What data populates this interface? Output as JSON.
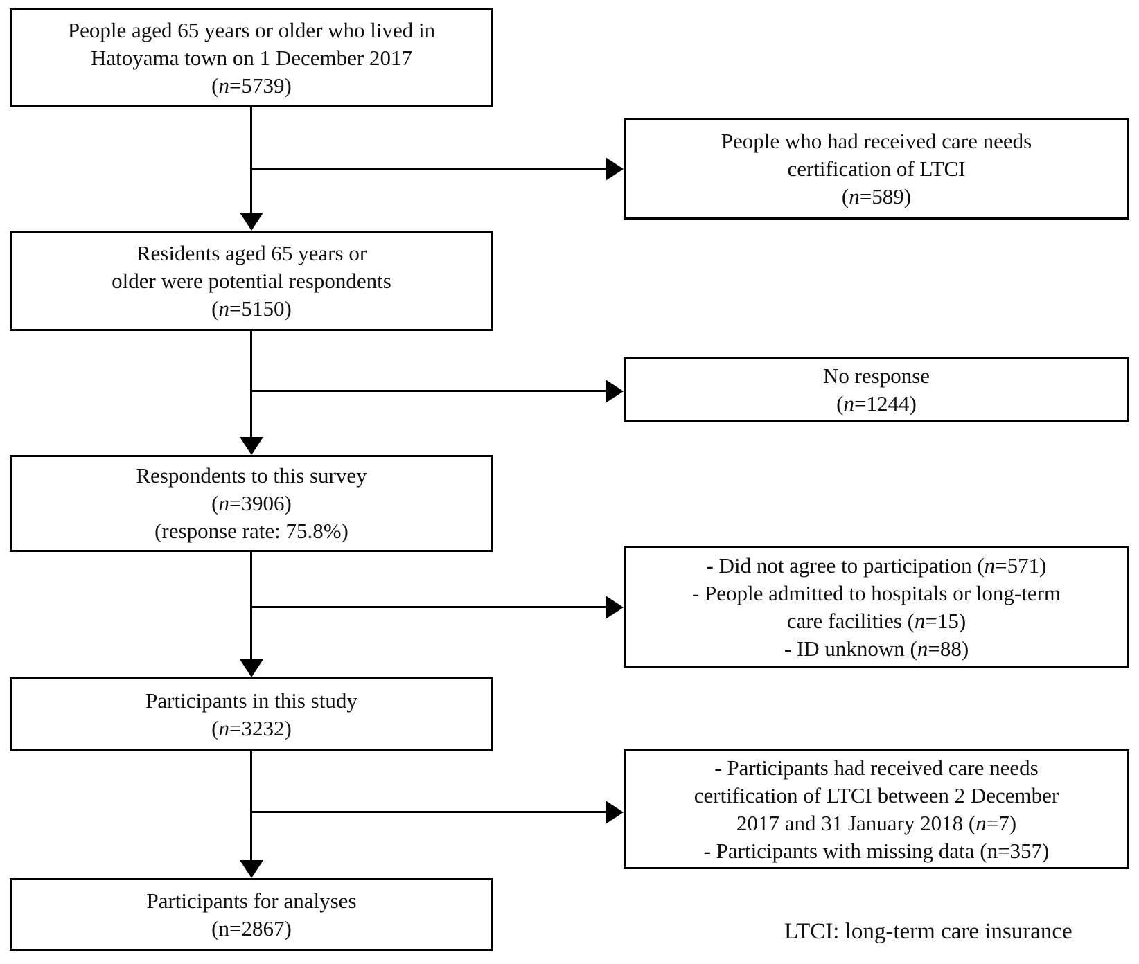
{
  "figure": {
    "background_color": "#ffffff",
    "line_color": "#000000",
    "text_color": "#101010",
    "footnote": "LTCI: long-term care insurance"
  },
  "flow": {
    "main_boxes": [
      {
        "id": "population",
        "n": 5739,
        "lines": [
          "People aged 65 years or older who lived in",
          "Hatoyama town on 1 December 2017",
          "(*n*=5739)"
        ]
      },
      {
        "id": "potential-respondents",
        "n": 5150,
        "lines": [
          "Residents aged 65 years or",
          "older were potential respondents",
          "(*n*=5150)"
        ]
      },
      {
        "id": "survey-respondents",
        "n": 3906,
        "response_rate": "75.8%",
        "lines": [
          "Respondents to this survey",
          "(*n*=3906)",
          "(response rate: 75.8%)"
        ]
      },
      {
        "id": "study-participants",
        "n": 3232,
        "lines": [
          "Participants in this study",
          "(*n*=3232)"
        ]
      },
      {
        "id": "analysis-participants",
        "n": 2867,
        "lines": [
          "Participants for analyses",
          "(n=2867)"
        ]
      }
    ],
    "exclusion_boxes": [
      {
        "id": "ltci-certified",
        "n": 589,
        "lines": [
          "People who had received care needs",
          "certification of LTCI",
          "(*n*=589)"
        ]
      },
      {
        "id": "no-response",
        "n": 1244,
        "lines": [
          "No response",
          "(*n*=1244)"
        ]
      },
      {
        "id": "excluded-from-study",
        "lines": [
          "- Did not agree to participation (*n*=571)",
          "- People admitted to hospitals or long-term",
          "care facilities (*n*=15)",
          "- ID unknown (*n*=88)"
        ]
      },
      {
        "id": "excluded-from-analysis",
        "lines": [
          "- Participants had received  care needs",
          "certification of LTCI between 2 December",
          "2017 and 31 January 2018 (*n*=7)",
          "- Participants with missing data (n=357)"
        ]
      }
    ]
  }
}
